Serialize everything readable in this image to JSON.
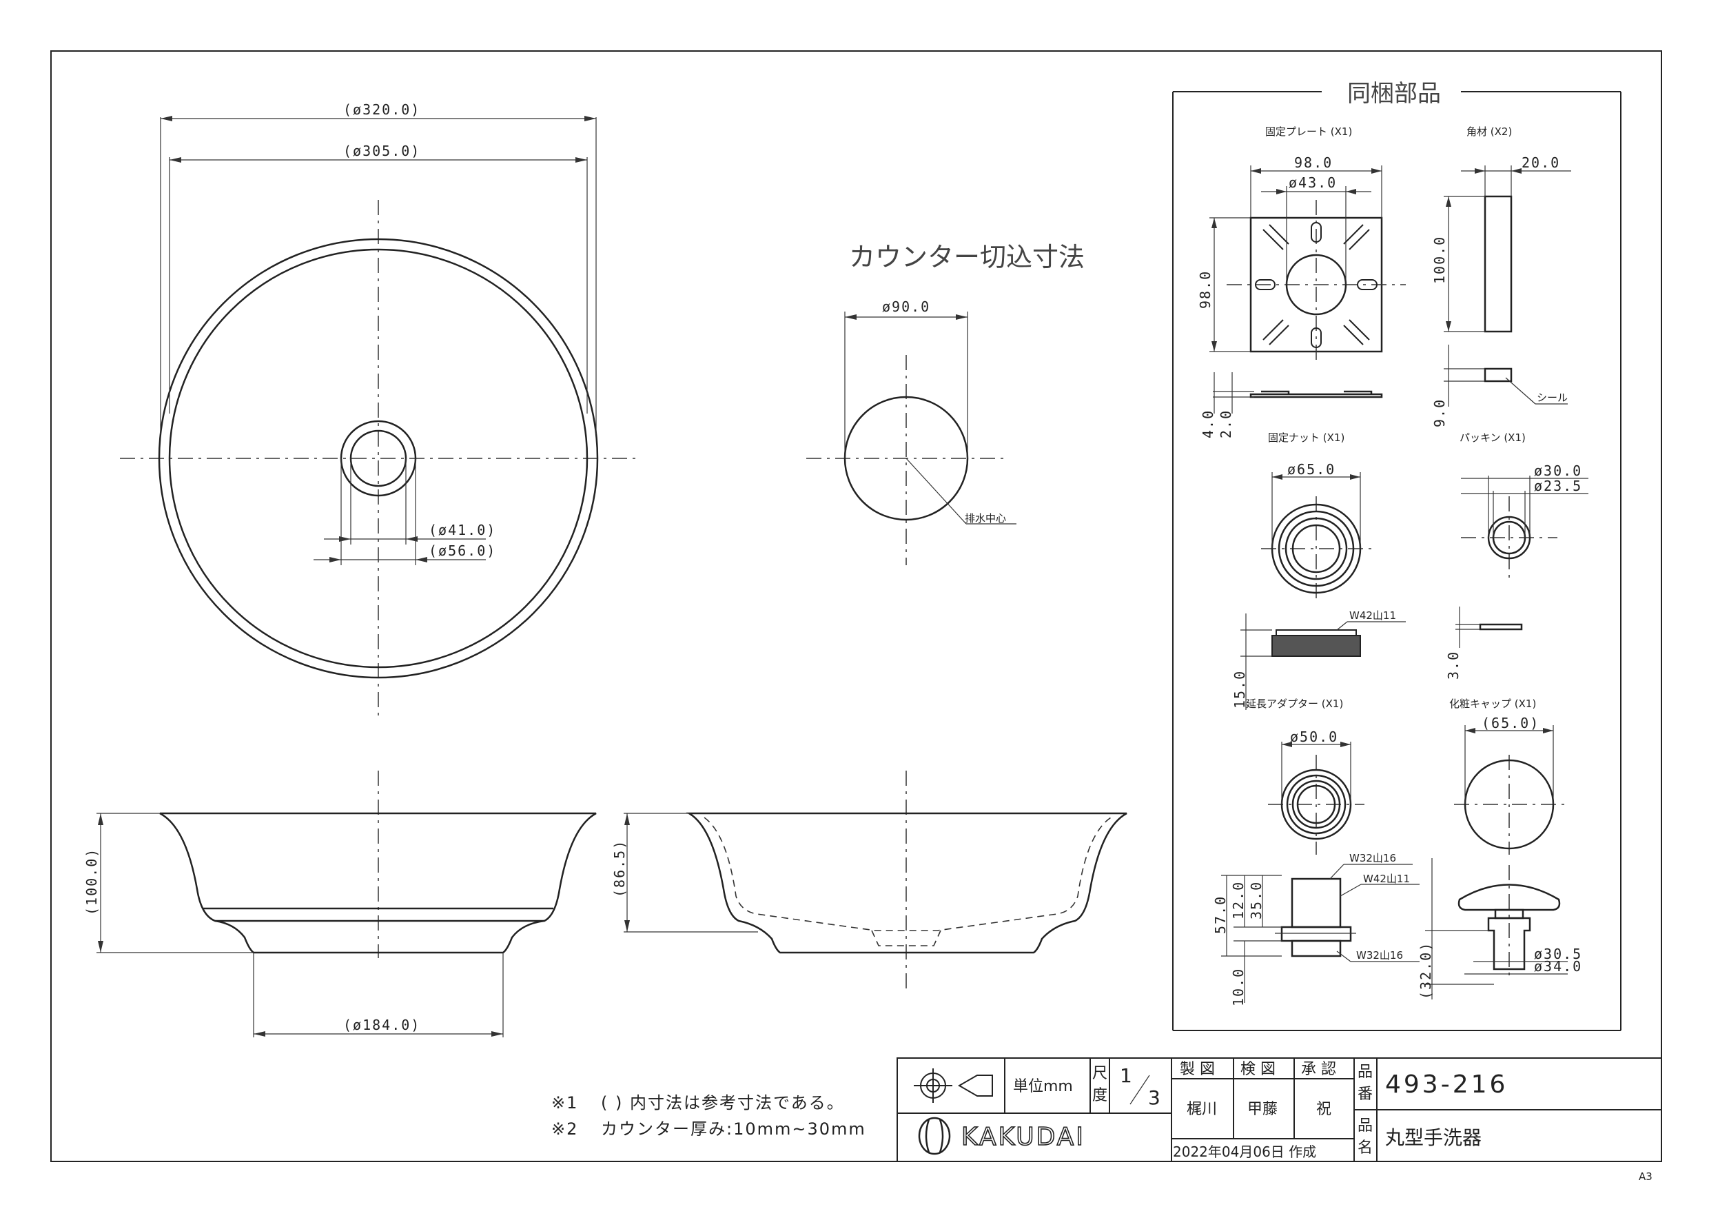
{
  "main_view": {
    "dim_outer": "(ø320.0)",
    "dim_inner": "(ø305.0)",
    "dim_hole_inner": "(ø41.0)",
    "dim_hole_outer": "(ø56.0)",
    "dim_base": "(ø184.0)",
    "dim_height": "(100.0)",
    "dim_section_height": "(86.5)"
  },
  "cutout": {
    "title": "カウンター切込寸法",
    "dim": "ø90.0",
    "drain_label": "排水中心"
  },
  "parts": {
    "title": "同梱部品",
    "plate": {
      "label": "固定プレート (X1)",
      "w": "98.0",
      "hole": "ø43.0",
      "h": "98.0",
      "t1": "4.0",
      "t2": "2.0"
    },
    "block": {
      "label": "角材 (X2)",
      "w": "20.0",
      "h": "100.0",
      "t": "9.0",
      "seal": "シール"
    },
    "nut": {
      "label": "固定ナット (X1)",
      "d": "ø65.0",
      "thread": "W42山11",
      "h": "15.0"
    },
    "packing": {
      "label": "パッキン (X1)",
      "d1": "ø30.0",
      "d2": "ø23.5",
      "t": "3.0"
    },
    "adapter": {
      "label": "延長アダプター (X1)",
      "d": "ø50.0",
      "thread_top": "W32山16",
      "thread_mid": "W42山11",
      "thread_bot": "W32山16",
      "h_total": "57.0",
      "h1": "12.0",
      "h2": "35.0",
      "h3": "10.0"
    },
    "cap": {
      "label": "化粧キャップ (X1)",
      "d": "(65.0)",
      "d1": "ø30.5",
      "d2": "ø34.0",
      "h": "(32.0)"
    }
  },
  "notes": {
    "n1_mark": "※1",
    "n1": "( ) 内寸法は参考寸法である。",
    "n2_mark": "※2",
    "n2": "カウンター厚み:10mm~30mm"
  },
  "title_block": {
    "unit_label": "単位mm",
    "scale_label_1": "尺",
    "scale_label_2": "度",
    "scale_num": "1",
    "scale_den": "3",
    "drawn_h": "製 図",
    "checked_h": "検 図",
    "approved_h": "承 認",
    "drawn": "梶川",
    "checked": "甲藤",
    "approved": "祝",
    "date": "2022年04月06日 作成",
    "part_no_label_1": "品",
    "part_no_label_2": "番",
    "part_no": "493-216",
    "part_name_label_1": "品",
    "part_name_label_2": "名",
    "part_name": "丸型手洗器",
    "brand": "KAKUDAI"
  },
  "sheet_size": "A3"
}
